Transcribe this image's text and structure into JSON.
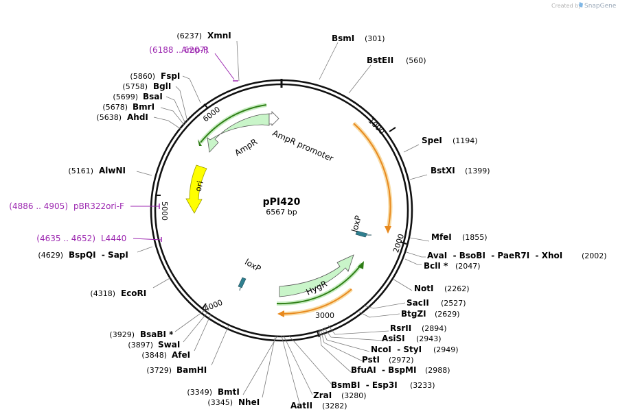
{
  "branding": {
    "created_by": "Created by",
    "product": "SnapGene"
  },
  "plasmid": {
    "name": "pPI420",
    "length": "6567 bp"
  },
  "ticks": [
    "1000",
    "2000",
    "3000",
    "4000",
    "5000",
    "6000"
  ],
  "features": {
    "ampr_promoter": "AmpR promoter",
    "ampr": "AmpR",
    "ori": "ori",
    "loxp_right": "loxP",
    "loxp_left": "loxP",
    "hygr": "HygR"
  },
  "primers": [
    {
      "range": "(6188 .. 6207)",
      "name": "Amp-R"
    },
    {
      "range": "(4886 .. 4905)",
      "name": "pBR322ori-F"
    },
    {
      "range": "(4635 .. 4652)",
      "name": "L4440"
    }
  ],
  "right_sites": [
    {
      "name": "BsmI",
      "pos": "(301)"
    },
    {
      "name": "BstEII",
      "pos": "(560)"
    },
    {
      "name": "SpeI",
      "pos": "(1194)"
    },
    {
      "name": "BstXI",
      "pos": "(1399)"
    },
    {
      "name": "MfeI",
      "pos": "(1855)"
    },
    {
      "name": "AvaI  - BsoBI  - PaeR7I  - XhoI",
      "pos": "(2002)"
    },
    {
      "name": "BclI *",
      "pos": "(2047)"
    },
    {
      "name": "NotI",
      "pos": "(2262)"
    },
    {
      "name": "SacII",
      "pos": "(2527)"
    },
    {
      "name": "BtgZI",
      "pos": "(2629)"
    },
    {
      "name": "RsrII",
      "pos": "(2894)"
    },
    {
      "name": "AsiSI",
      "pos": "(2943)"
    },
    {
      "name": "NcoI  - StyI",
      "pos": "(2949)"
    },
    {
      "name": "PstI",
      "pos": "(2972)"
    },
    {
      "name": "BfuAI  - BspMI",
      "pos": "(2988)"
    },
    {
      "name": "BsmBI  - Esp3I",
      "pos": "(3233)"
    },
    {
      "name": "ZraI",
      "pos": "(3280)"
    },
    {
      "name": "AatII",
      "pos": "(3282)"
    }
  ],
  "left_sites": [
    {
      "name": "XmnI",
      "pos": "(6237)"
    },
    {
      "name": "FspI",
      "pos": "(5860)"
    },
    {
      "name": "BglI",
      "pos": "(5758)"
    },
    {
      "name": "BsaI",
      "pos": "(5699)"
    },
    {
      "name": "BmrI",
      "pos": "(5678)"
    },
    {
      "name": "AhdI",
      "pos": "(5638)"
    },
    {
      "name": "AlwNI",
      "pos": "(5161)"
    },
    {
      "name": "BspQI  - SapI",
      "pos": "(4629)"
    },
    {
      "name": "EcoRI",
      "pos": "(4318)"
    },
    {
      "name": "BsaBI *",
      "pos": "(3929)"
    },
    {
      "name": "SwaI",
      "pos": "(3897)"
    },
    {
      "name": "AfeI",
      "pos": "(3848)"
    },
    {
      "name": "BamHI",
      "pos": "(3729)"
    },
    {
      "name": "BmtI",
      "pos": "(3349)"
    },
    {
      "name": "NheI",
      "pos": "(3345)"
    }
  ],
  "colors": {
    "feature_fill": "#c9f5c9",
    "orf_green": "#2e7d15",
    "orf_orange": "#e8891e",
    "orf_orange_glow": "#f8dca6",
    "ori_fill": "#ffff00",
    "ori_stroke": "#9a9a00",
    "loxp": "#2f7f8f",
    "primer": "#9c27b0"
  }
}
